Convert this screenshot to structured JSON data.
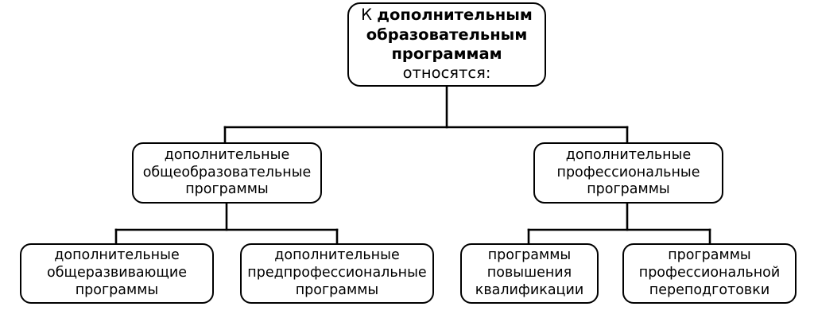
{
  "diagram": {
    "type": "hierarchy-tree",
    "language": "ru",
    "title": "К дополнительным образовательным программам относятся:",
    "colors": {
      "background": "#ffffff",
      "stroke": "#000000",
      "text": "#000000"
    },
    "root": {
      "lead": "К ",
      "emphasis": "дополнительным образовательным программам",
      "tail": "\nотносятся:"
    },
    "level2": [
      {
        "label": "дополнительные\nобщеобразовательные\nпрограммы"
      },
      {
        "label": "дополнительные\nпрофессиональные\nпрограммы"
      }
    ],
    "level3": [
      {
        "label": "дополнительные\nобщеразвивающие\nпрограммы"
      },
      {
        "label": "дополнительные\nпредпрофессиональные\nпрограммы"
      },
      {
        "label": "программы\nповышения\nквалификации"
      },
      {
        "label": "программы\nпрофессиональной\nпереподготовки"
      }
    ]
  }
}
